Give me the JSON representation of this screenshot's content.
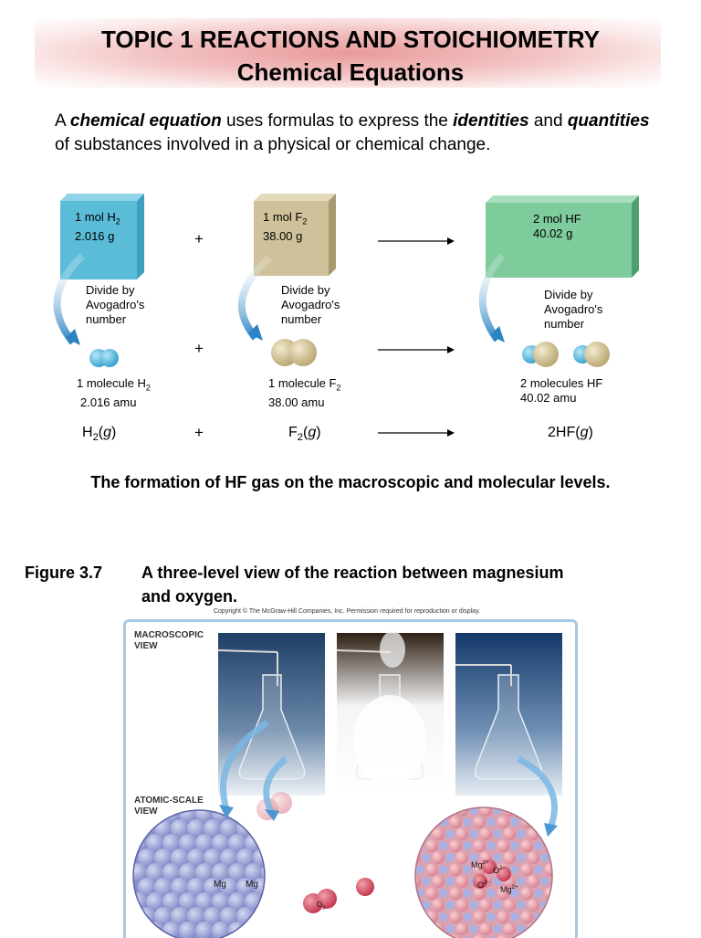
{
  "title": {
    "line1": "TOPIC 1 REACTIONS AND STOICHIOMETRY",
    "line2": "Chemical Equations"
  },
  "intro": {
    "a": "A ",
    "term1": "chemical equation",
    "mid1": " uses formulas to express the ",
    "term2": "identities",
    "mid2": " and ",
    "term3": "quantities",
    "end": " of substances involved in a physical or chemical change."
  },
  "figure1": {
    "h2_block": {
      "line1": "1 mol H",
      "sub1": "2",
      "line2": "2.016 g",
      "color": "#5bbcd8"
    },
    "f2_block": {
      "line1": "1 mol F",
      "sub1": "2",
      "line2": "38.00 g",
      "color": "#cfc29a"
    },
    "hf_block": {
      "line1": "2 mol HF",
      "line2": "40.02 g",
      "color": "#7ecb9c"
    },
    "divide_label": "Divide by Avogadro's number",
    "divide_lines": [
      "Divide by",
      "Avogadro's",
      "number"
    ],
    "plus": "+",
    "mol_h2": {
      "line1": "1 molecule H",
      "sub": "2",
      "line2": "2.016 amu"
    },
    "mol_f2": {
      "line1": "1 molecule F",
      "sub": "2",
      "line2": "38.00 amu"
    },
    "mol_hf": {
      "line1": "2 molecules HF",
      "line2": "40.02 amu"
    },
    "eq_h2": {
      "base": "H",
      "sub": "2",
      "state": "g"
    },
    "eq_f2": {
      "base": "F",
      "sub": "2",
      "state": "g"
    },
    "eq_hf": {
      "base": "2HF",
      "state": "g"
    }
  },
  "caption1": "The formation of HF gas on the macroscopic and molecular levels.",
  "figure2": {
    "number": "Figure 3.7",
    "title_line1": "A three-level view of the reaction between magnesium",
    "title_line2": "and oxygen.",
    "copyright": "Copyright © The McGraw-Hill Companies, Inc. Permission required for reproduction or display.",
    "macroscopic_label_1": "MACROSCOPIC",
    "macroscopic_label_2": "VIEW",
    "atomic_label_1": "ATOMIC-SCALE",
    "atomic_label_2": "VIEW",
    "mg": "Mg",
    "o2": "O",
    "o2_sub": "2",
    "mg2": "Mg",
    "mg2_sup": "2+",
    "o2m": "O",
    "o2m_sup": "2−"
  },
  "colors": {
    "h_atom": "#3fb0dc",
    "f_atom": "#d7c796",
    "accent_arrow": "#2a84c3",
    "mg_atom": "#9aa3d8",
    "o_atom": "#d94d60"
  }
}
